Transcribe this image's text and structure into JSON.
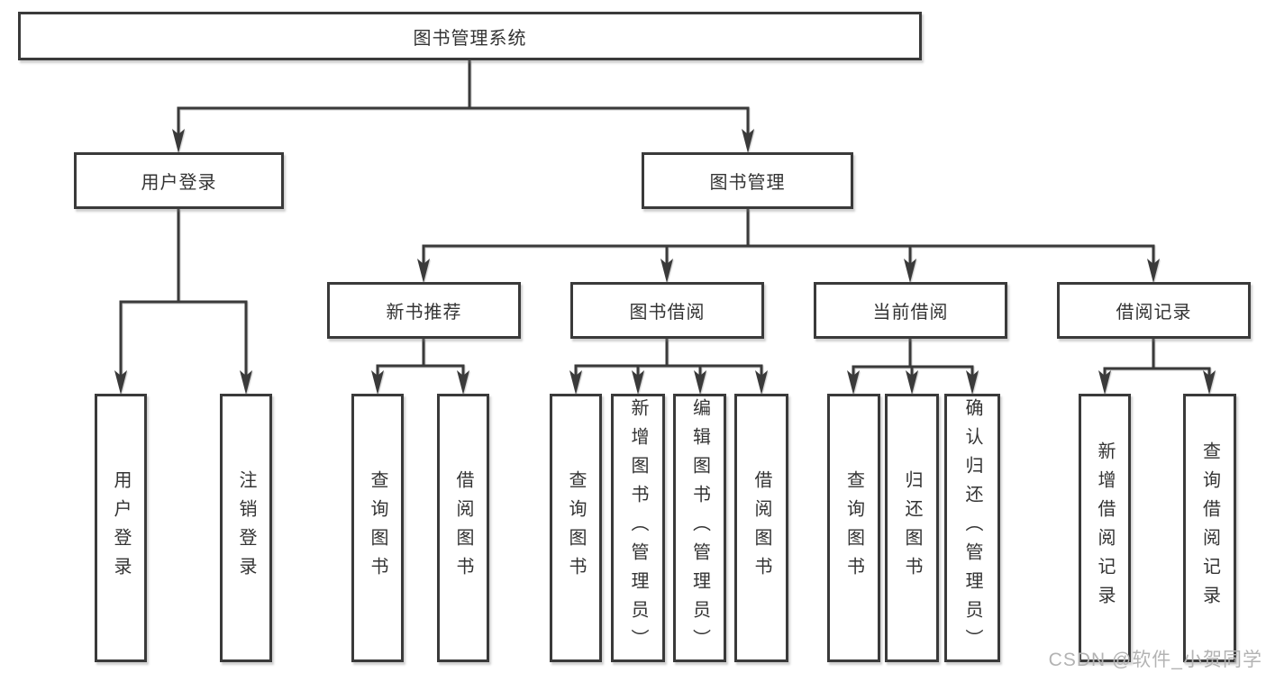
{
  "watermark": "CSDN @软件_小贺同学",
  "colors": {
    "line": "#3a3a3a",
    "text": "#333333",
    "box_background": "#ffffff",
    "watermark": "#b3b3b3"
  },
  "tree": {
    "label": "图书管理系统",
    "children": [
      {
        "label": "用户登录",
        "children": [
          {
            "label": "用户登录"
          },
          {
            "label": "注销登录"
          }
        ]
      },
      {
        "label": "图书管理",
        "children": [
          {
            "label": "新书推荐",
            "children": [
              {
                "label": "查询图书"
              },
              {
                "label": "借阅图书"
              }
            ]
          },
          {
            "label": "图书借阅",
            "children": [
              {
                "label": "查询图书"
              },
              {
                "label": "新增图书（管理员）"
              },
              {
                "label": "编辑图书（管理员）"
              },
              {
                "label": "借阅图书"
              }
            ]
          },
          {
            "label": "当前借阅",
            "children": [
              {
                "label": "查询图书"
              },
              {
                "label": "归还图书"
              },
              {
                "label": "确认归还（管理员）"
              }
            ]
          },
          {
            "label": "借阅记录",
            "children": [
              {
                "label": "新增借阅记录"
              },
              {
                "label": "查询借阅记录"
              }
            ]
          }
        ]
      }
    ]
  }
}
